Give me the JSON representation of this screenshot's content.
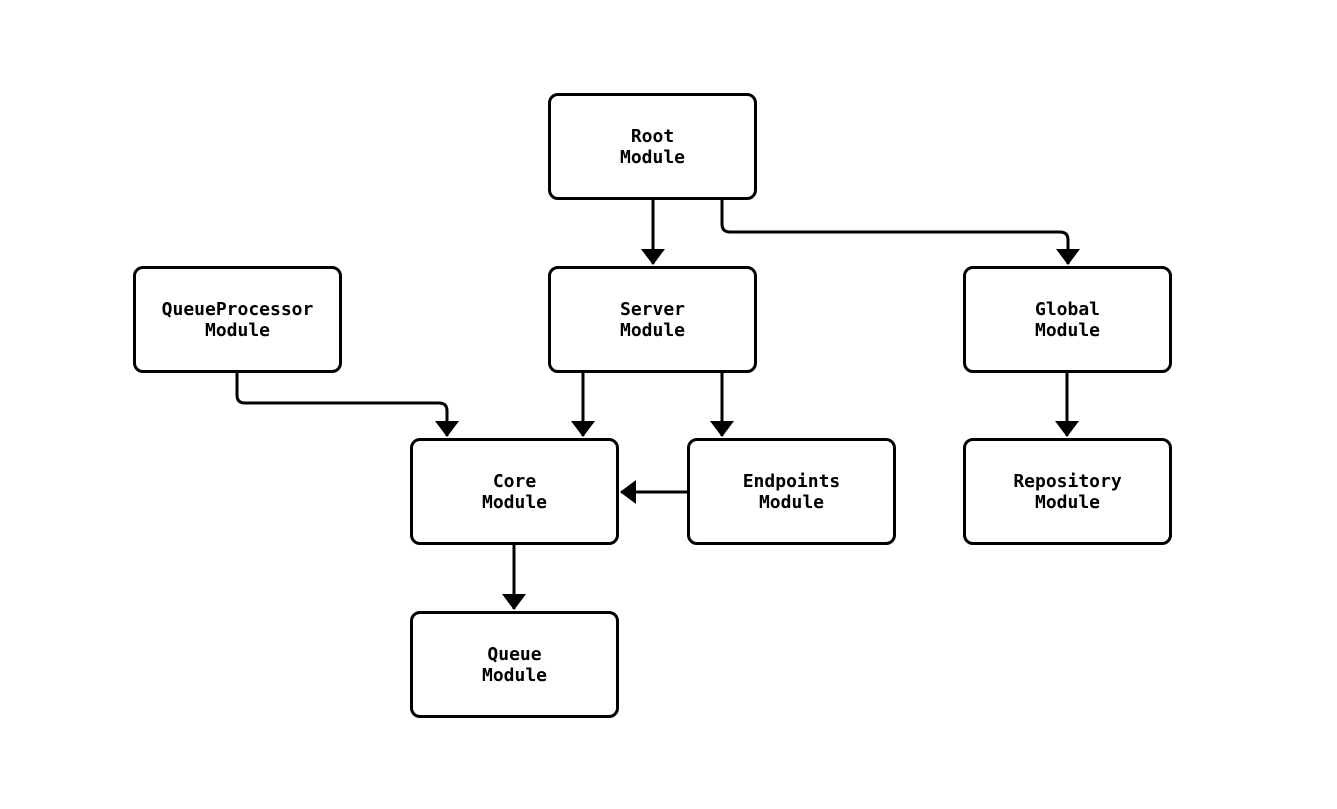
{
  "diagram": {
    "type": "flowchart",
    "description": "Module dependency diagram",
    "colors": {
      "background": "#ffffff",
      "node_fill": "#ffffff",
      "node_border": "#000000",
      "edge": "#000000",
      "text": "#000000"
    },
    "nodes": [
      {
        "id": "root",
        "label": "Root\nModule"
      },
      {
        "id": "queueprocessor",
        "label": "QueueProcessor\nModule"
      },
      {
        "id": "server",
        "label": "Server\nModule"
      },
      {
        "id": "global",
        "label": "Global\nModule"
      },
      {
        "id": "core",
        "label": "Core\nModule"
      },
      {
        "id": "endpoints",
        "label": "Endpoints\nModule"
      },
      {
        "id": "repository",
        "label": "Repository\nModule"
      },
      {
        "id": "queue",
        "label": "Queue\nModule"
      }
    ],
    "edges": [
      {
        "from": "Root Module",
        "to": "Server Module"
      },
      {
        "from": "Root Module",
        "to": "Global Module"
      },
      {
        "from": "QueueProcessor Module",
        "to": "Core Module"
      },
      {
        "from": "Server Module",
        "to": "Core Module"
      },
      {
        "from": "Server Module",
        "to": "Endpoints Module"
      },
      {
        "from": "Endpoints Module",
        "to": "Core Module"
      },
      {
        "from": "Global Module",
        "to": "Repository Module"
      },
      {
        "from": "Core Module",
        "to": "Queue Module"
      }
    ]
  }
}
